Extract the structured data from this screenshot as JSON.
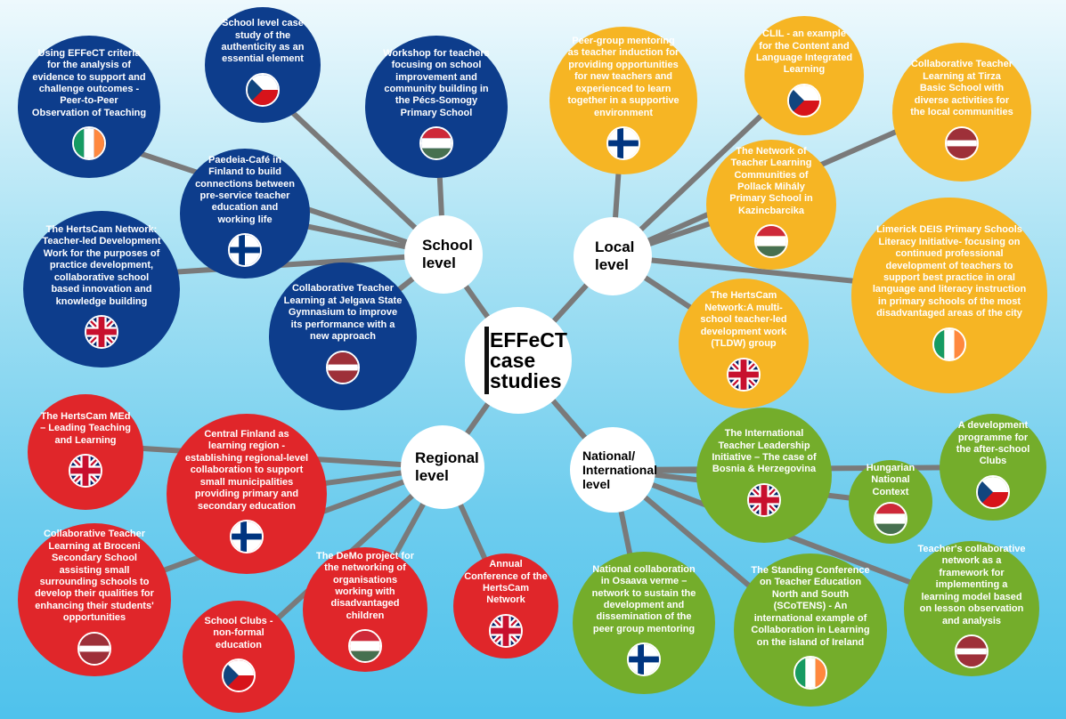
{
  "title": "EFFeCT case studies",
  "hubs": {
    "school": "School level",
    "local": "Local level",
    "regional": "Regional level",
    "national": "National/ International level"
  },
  "nodes": {
    "school_1": "Using EFFeCT criteria for the analysis of evidence to support and challenge outcomes - Peer-to-Peer Observation of Teaching",
    "school_2": "School level case study of the authenticity as an essential element",
    "school_3": "Workshop for teachers focusing on school improvement and community building in the Pécs-Somogy Primary School",
    "school_4": "Paedeia-Café in Finland to build connections between pre-service teacher education and working life",
    "school_5": "The HertsCam Network: Teacher-led Development Work for the purposes of practice development, collaborative school based innovation and knowledge building",
    "school_6": "Collaborative Teacher Learning at Jelgava State Gymnasium to improve its performance with a new approach",
    "local_1": "Peer-group mentoring as teacher induction for providing opportunities for new teachers and experienced to learn together in a supportive environment",
    "local_2": "CLIL - an example for the Content and Language Integrated Learning",
    "local_3": "Collaborative Teacher Learning at Tirza Basic School with diverse activities for the local communities",
    "local_4": "The Network of Teacher Learning Communities of Pollack Mihály Primary School in Kazincbarcika",
    "local_5": "Limerick DEIS Primary Schools Literacy Initiative- focusing on continued professional development of teachers to support best practice in oral language and literacy instruction in primary schools of the most disadvantaged areas of the city",
    "local_6": "The HertsCam Network:A multi-school teacher-led development work (TLDW) group",
    "regional_1": "The HertsCam MEd – Leading Teaching and Learning",
    "regional_2": "Central Finland as learning region - establishing regional-level collaboration to support small municipalities providing primary and secondary education",
    "regional_3": "Collaborative Teacher Learning at Broceni Secondary School assisting small surrounding schools to develop their qualities for enhancing their students' opportunities",
    "regional_4": "School Clubs - non-formal education",
    "regional_5": "The DeMo project for the networking of organisations working with disadvantaged children",
    "regional_6": "Annual Conference of the HertsCam Network",
    "national_1": "The International Teacher Leadership Initiative – The case of Bosnia & Herzegovina",
    "national_2": "Hungarian National Context",
    "national_3": "A development programme for the after-school Clubs",
    "national_4": "National collaboration in Osaava verme –network to sustain the development and dissemination of the peer group mentoring",
    "national_5": "The Standing Conference on Teacher Education North and South (SCoTENS) - An international example of Collaboration in Learning on the island of Ireland",
    "national_6": "Teacher's collaborative network as a framework for implementing a learning model based on lesson observation and analysis"
  },
  "flags": {
    "school_1": "ireland-flag",
    "school_2": "czech-flag",
    "school_3": "hungary-flag",
    "school_4": "finland-flag",
    "school_5": "uk-flag",
    "school_6": "latvia-flag",
    "local_1": "finland-flag",
    "local_2": "czech-flag",
    "local_3": "latvia-flag",
    "local_4": "hungary-flag",
    "local_5": "ireland-flag",
    "local_6": "uk-flag",
    "regional_1": "uk-flag",
    "regional_2": "finland-flag",
    "regional_3": "latvia-flag",
    "regional_4": "czech-flag",
    "regional_5": "hungary-flag",
    "regional_6": "uk-flag",
    "national_1": "uk-flag",
    "national_2": "hungary-flag",
    "national_3": "czech-flag",
    "national_4": "finland-flag",
    "national_5": "ireland-flag",
    "national_6": "latvia-flag"
  },
  "colors": {
    "school": "#0d3d8c",
    "local": "#f6b524",
    "regional": "#e0262a",
    "national": "#74ad2b",
    "connector": "#7a7a7a"
  }
}
